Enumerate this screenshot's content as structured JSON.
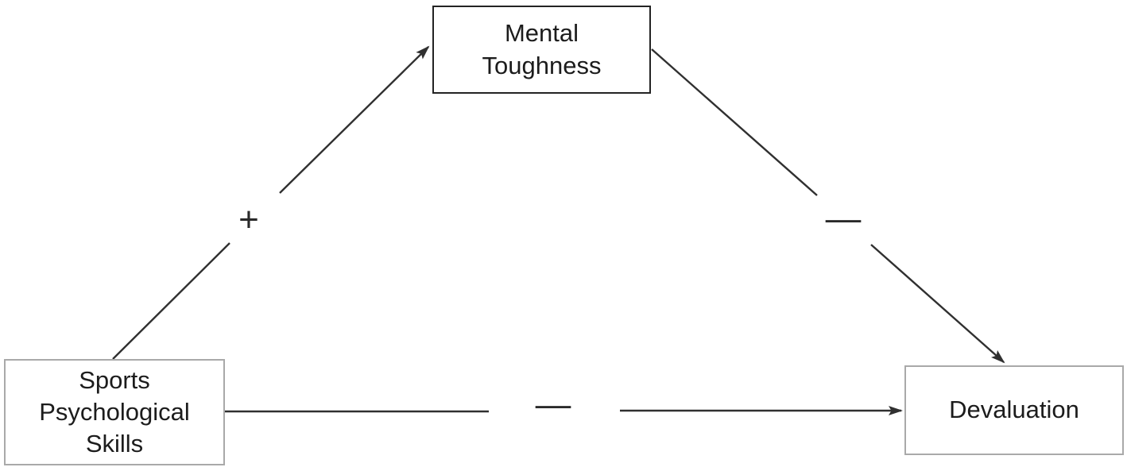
{
  "diagram": {
    "background_color": "#ffffff",
    "line_color": "#303030",
    "nodes": [
      {
        "id": "mental-toughness",
        "label": "Mental Toughness",
        "border_color": "#232323"
      },
      {
        "id": "sports-psychological-skills",
        "label": "Sports Psychological Skills",
        "border_color": "#a9a9a9"
      },
      {
        "id": "devaluation",
        "label": "Devaluation",
        "border_color": "#a9a9a9"
      }
    ],
    "edges": [
      {
        "from": "Sports Psychological Skills",
        "to": "Mental Toughness",
        "sign": "+"
      },
      {
        "from": "Mental Toughness",
        "to": "Devaluation",
        "sign": "−"
      },
      {
        "from": "Sports Psychological Skills",
        "to": "Devaluation",
        "sign": "−"
      }
    ]
  }
}
